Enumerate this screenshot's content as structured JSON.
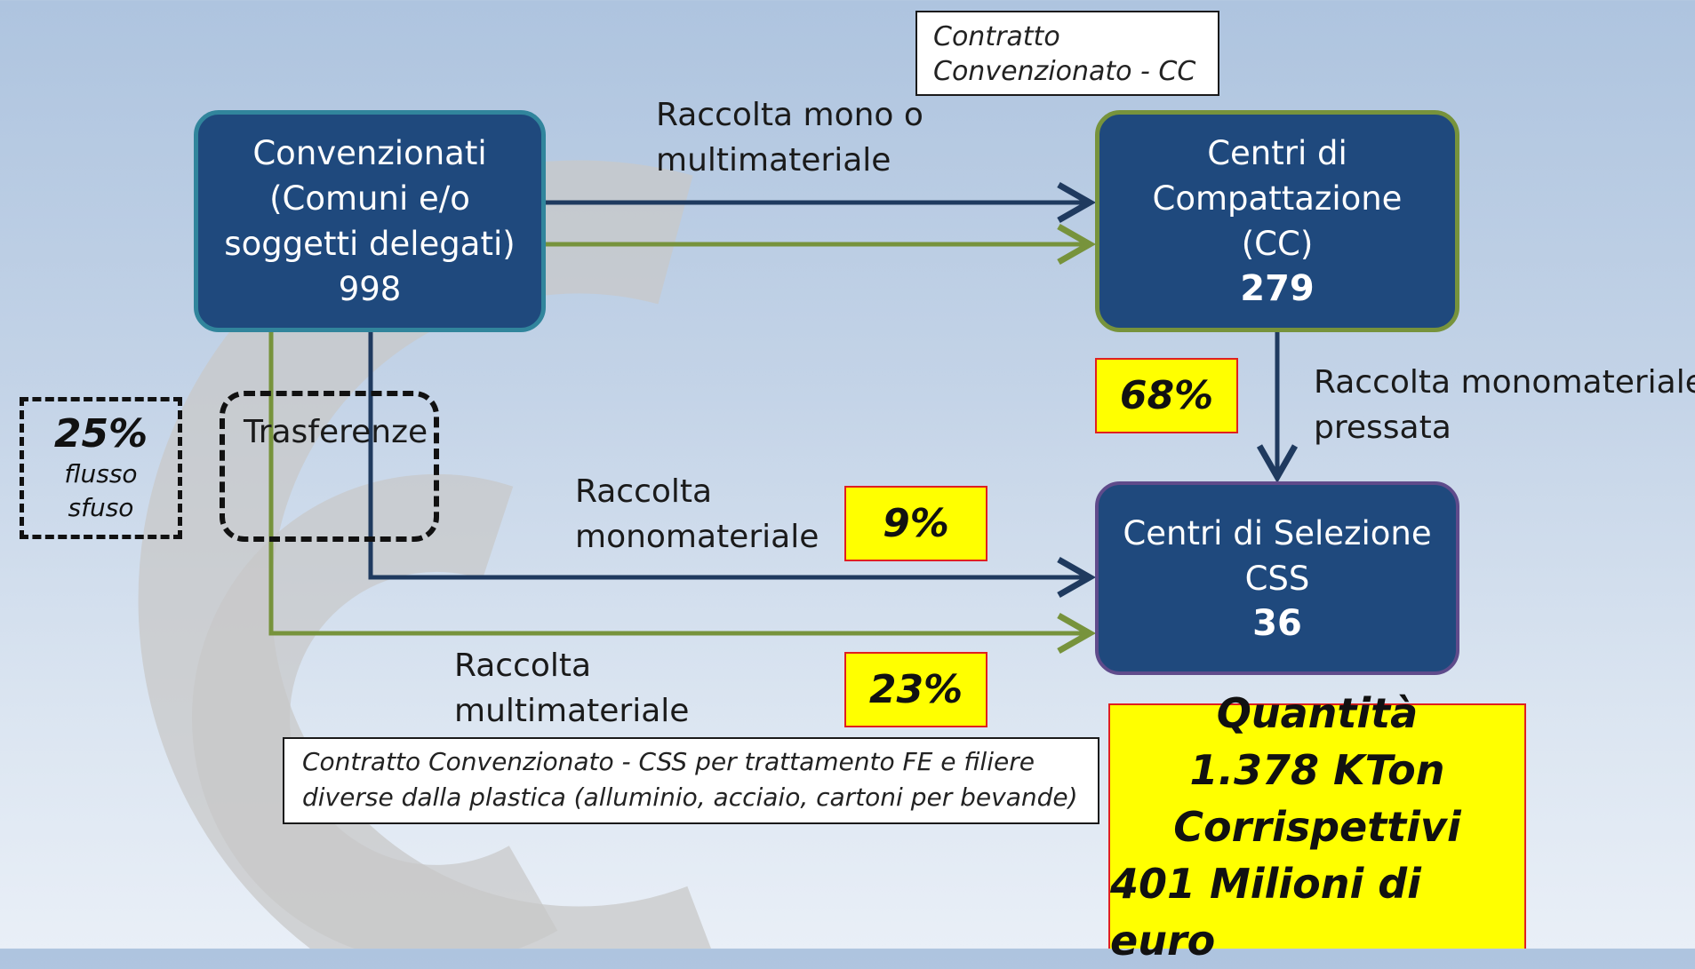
{
  "nodes": {
    "convenzionati": {
      "lines": [
        "Convenzionati",
        "(Comuni e/o",
        "soggetti delegati)"
      ],
      "count": "998"
    },
    "compattazione": {
      "lines": [
        "Centri di",
        "Compattazione",
        "(CC)"
      ],
      "count": "279"
    },
    "selezione": {
      "lines": [
        "Centri di Selezione",
        "CSS"
      ],
      "count": "36"
    }
  },
  "dashed_boxes": {
    "flusso_sfuso": {
      "percent": "25%",
      "line1": "flusso",
      "line2": "sfuso"
    },
    "trasferenze": {
      "label": "Trasferenze"
    }
  },
  "flow_labels": {
    "raccolta_mono_multi": [
      "Raccolta mono o",
      "multimateriale"
    ],
    "raccolta_mono_pressata": [
      "Raccolta monomateriale",
      "pressata"
    ],
    "raccolta_mono": [
      "Raccolta",
      "monomateriale"
    ],
    "raccolta_multi": [
      "Raccolta",
      "multimateriale"
    ]
  },
  "percentages": {
    "cc_to_css": "68%",
    "mono_direct": "9%",
    "multi_direct": "23%"
  },
  "contracts": {
    "cc": [
      "Contratto",
      "Convenzionato - CC"
    ],
    "css": [
      "Contratto Convenzionato - CSS per trattamento FE e filiere",
      "diverse dalla plastica (alluminio, acciaio, cartoni per bevande)"
    ]
  },
  "summary": {
    "lines": [
      "Quantità",
      "1.378 KTon",
      "Corrispettivi",
      "401 Milioni di euro"
    ]
  },
  "colors": {
    "navy": "#1f497d",
    "green": "#77933c",
    "arrow_navy": "#1f3a5f",
    "highlight": "#ffff00",
    "highlight_border": "#e02020"
  }
}
